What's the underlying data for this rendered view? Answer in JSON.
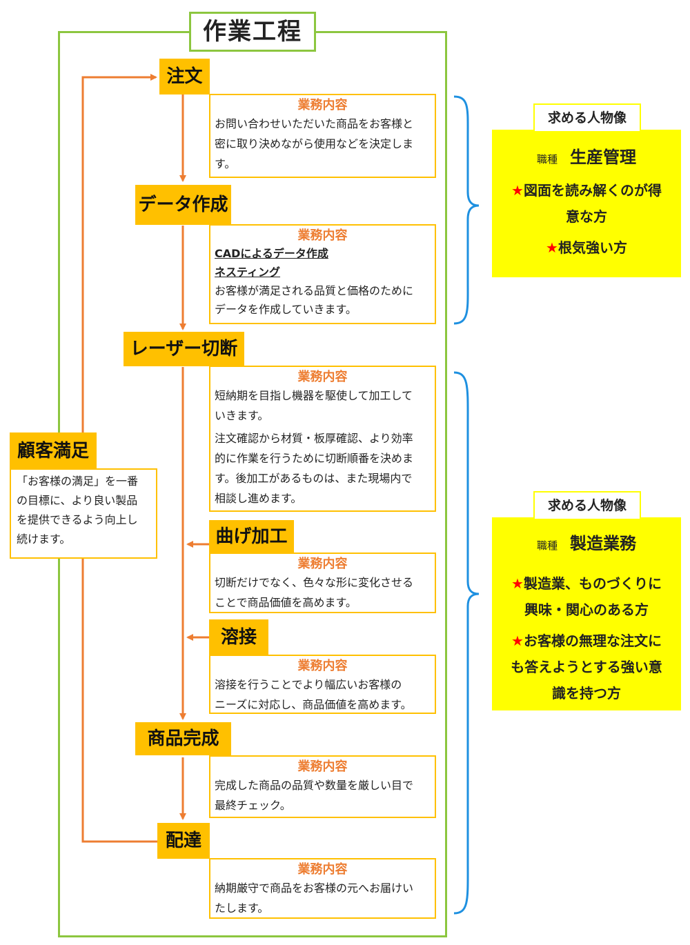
{
  "title": "作業工程",
  "card_header": "業務内容",
  "steps": [
    {
      "label": "注文",
      "lines": [
        "お問い合わせいただいた商品をお客様と",
        "密に取り決めながら使用などを決定しま",
        "す。"
      ]
    },
    {
      "label": "データ作成",
      "bold": [
        "CADによるデータ作成",
        "ネスティング"
      ],
      "lines": [
        "お客様が満足される品質と価格のために",
        "データを作成していきます。"
      ]
    },
    {
      "label": "レーザー切断",
      "lines": [
        "短納期を目指し機器を駆使して加工して",
        "いきます。"
      ],
      "lines2": [
        "注文確認から材質・板厚確認、より効率",
        "的に作業を行うために切断順番を決めま",
        "す。後加工があるものは、また現場内で",
        "相談し進めます。"
      ]
    },
    {
      "label": "曲げ加工",
      "lines": [
        "切断だけでなく、色々な形に変化させる",
        "ことで商品価値を高めます。"
      ]
    },
    {
      "label": "溶接",
      "lines": [
        "溶接を行うことでより幅広いお客様の",
        "ニーズに対応し、商品価値を高めます。"
      ]
    },
    {
      "label": "商品完成",
      "lines": [
        "完成した商品の品質や数量を厳しい目で",
        "最終チェック。"
      ]
    },
    {
      "label": "配達",
      "lines": [
        "納期厳守で商品をお客様の元へお届けい",
        "たします。"
      ]
    }
  ],
  "customer": {
    "label": "顧客満足",
    "lines": [
      "「お客様の満足」を一番",
      "の目標に、より良い製品",
      "を提供できるよう向上し",
      "続けます。"
    ]
  },
  "requirements": [
    {
      "tag": "求める人物像",
      "job_kind_label": "職種",
      "job": "生産管理",
      "star": "★",
      "items": [
        [
          "図面を読み解くのが得",
          "意な方"
        ],
        [
          "根気強い方"
        ]
      ]
    },
    {
      "tag": "求める人物像",
      "job_kind_label": "職種",
      "job": "製造業務",
      "star": "★",
      "items": [
        [
          "製造業、ものづくりに",
          "興味・関心のある方"
        ],
        [
          "お客様の無理な注文に",
          "も答えようとする強い意",
          "識を持つ方"
        ]
      ]
    }
  ]
}
